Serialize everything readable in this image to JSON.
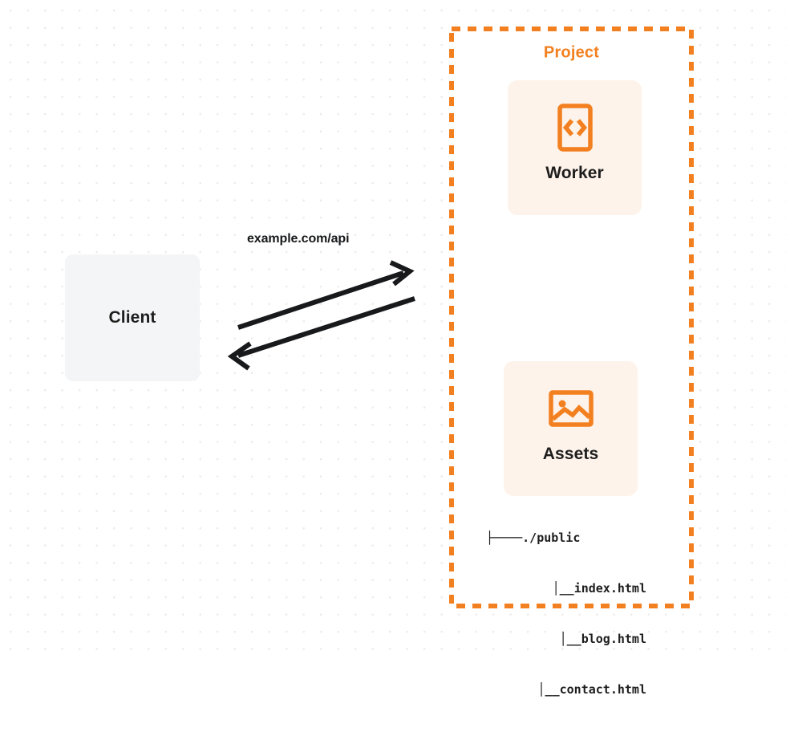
{
  "diagram": {
    "title_visible": false,
    "colors": {
      "accent_orange": "#F38020",
      "card_background": "#FDF3EA",
      "client_background": "#F4F5F6",
      "text_dark": "#1D1D1D",
      "canvas_background": "#FFFFFF",
      "dot_grid": "#ECECEC",
      "arrow_stroke": "#17191B"
    },
    "client": {
      "label": "Client",
      "icon": "none"
    },
    "connection": {
      "label": "example.com/api",
      "request_arrow_direction": "left-to-right",
      "response_arrow_direction": "right-to-left"
    },
    "project": {
      "label": "Project",
      "border_style": "dashed",
      "border_color": "#F38020"
    },
    "cards": [
      {
        "id": "worker",
        "label": "Worker",
        "icon": "code-brackets-icon"
      },
      {
        "id": "assets",
        "label": "Assets",
        "icon": "image-picture-icon"
      }
    ],
    "file_tree": [
      {
        "connector": "├────",
        "name": "./public",
        "level": 0
      },
      {
        "connector": "│__",
        "name": "index.html",
        "level": 1
      },
      {
        "connector": "│__",
        "name": "blog.html",
        "level": 1
      },
      {
        "connector": "│__",
        "name": "contact.html",
        "level": 1
      }
    ]
  }
}
